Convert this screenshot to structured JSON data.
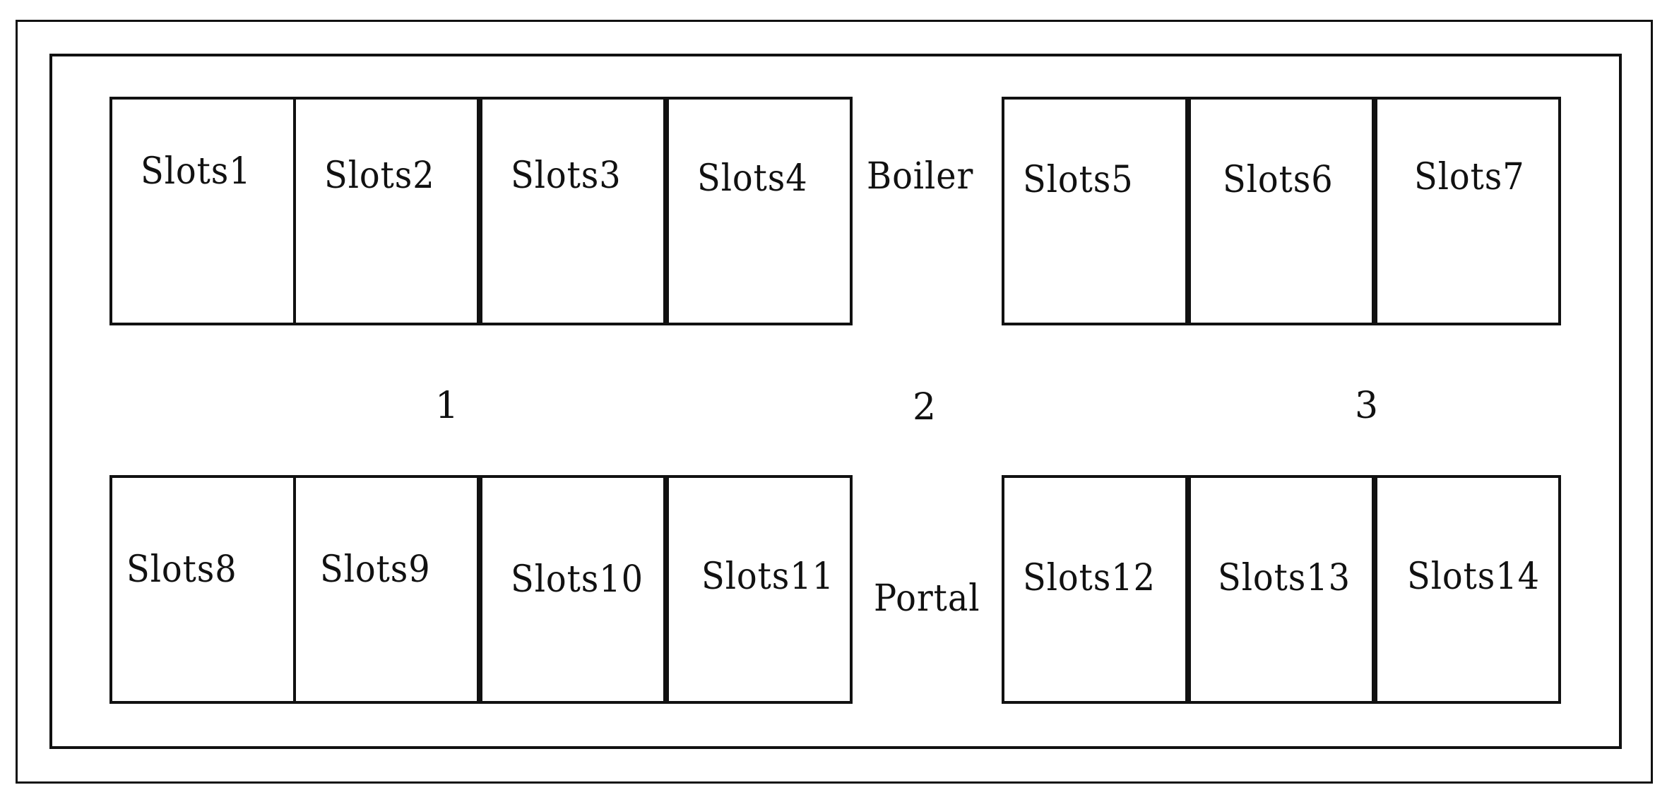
{
  "diagram": {
    "slots_top_left": [
      "Slots1",
      "Slots2",
      "Slots3",
      "Slots4"
    ],
    "slots_top_right": [
      "Slots5",
      "Slots6",
      "Slots7"
    ],
    "slots_bottom_left": [
      "Slots8",
      "Slots9",
      "Slots10",
      "Slots11"
    ],
    "slots_bottom_right": [
      "Slots12",
      "Slots13",
      "Slots14"
    ],
    "boiler_label": "Boiler",
    "portal_label": "Portal",
    "zones": [
      "1",
      "2",
      "3"
    ]
  }
}
